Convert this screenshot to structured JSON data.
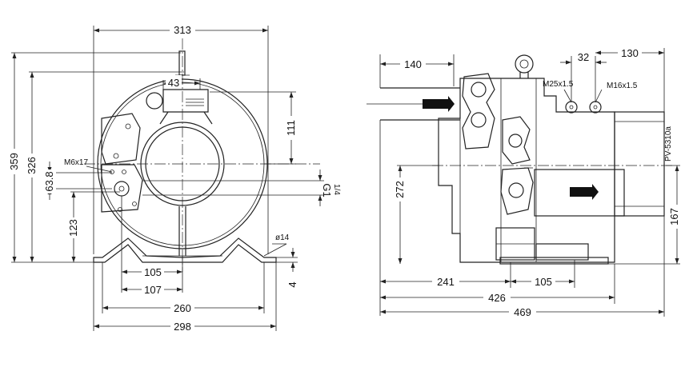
{
  "front_view": {
    "dims": {
      "d313": "313",
      "d43": "43",
      "d359": "359",
      "d326": "326",
      "d111": "111",
      "d63_8": "63.8",
      "d123": "123",
      "d105": "105",
      "d107": "107",
      "d260": "260",
      "d298": "298",
      "d4": "4"
    },
    "labels": {
      "thread_m6": "M6x17",
      "thread_g": "G1",
      "thread_g_sub": "1/4",
      "hole_dia": "ø14"
    }
  },
  "side_view": {
    "dims": {
      "d140": "140",
      "d32": "32",
      "d130": "130",
      "d272": "272",
      "d167": "167",
      "d241": "241",
      "d105": "105",
      "d426": "426",
      "d469": "469"
    },
    "labels": {
      "port_m25": "M25x1.5",
      "port_m16": "M16x1.5",
      "model": "PV-5310a"
    }
  },
  "colors": {
    "line": "#222222",
    "background": "#ffffff"
  }
}
